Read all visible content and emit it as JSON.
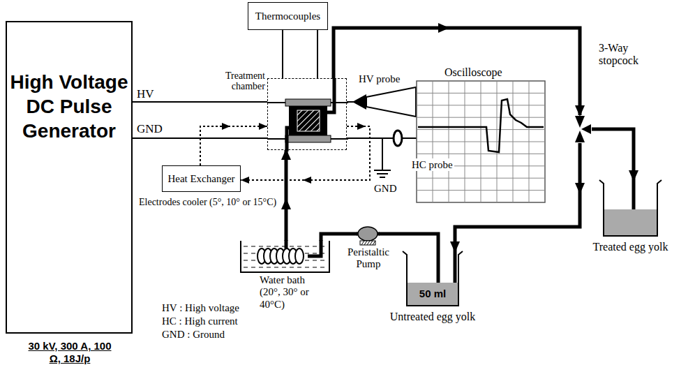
{
  "diagram": {
    "nodes": [
      {
        "text": [
          "High Voltage DC Pulse Generator"
        ]
      },
      {
        "text": [
          "Thermocouples"
        ]
      },
      {
        "text": [
          "Treatment chamber"
        ]
      },
      {
        "text": [
          "Oscilloscope"
        ]
      },
      {
        "text": [
          "Heat Exchanger",
          "Electrodes cooler (5°, 10° or 15°C)"
        ]
      },
      {
        "text": [
          "Water bath (20°, 30° or 40°C)"
        ]
      },
      {
        "text": [
          "Peristaltic Pump"
        ]
      },
      {
        "text": [
          "50 ml",
          "Untreated egg yolk"
        ]
      },
      {
        "text": [
          "Treated egg yolk"
        ]
      },
      {
        "text": [
          "3-Way stopcock"
        ]
      }
    ],
    "edges": [
      {
        "from": 0,
        "to": 2,
        "arrow": "none",
        "label": "HV"
      },
      {
        "from": 0,
        "to": 2,
        "arrow": "none",
        "label": "GND"
      },
      {
        "from": 1,
        "to": 2,
        "arrow": "none"
      },
      {
        "from": 4,
        "to": 2,
        "arrow": "to"
      },
      {
        "from": 2,
        "to": 4,
        "arrow": "to"
      },
      {
        "from": 5,
        "to": 2,
        "arrow": "to"
      },
      {
        "from": 2,
        "to": 9,
        "arrow": "to"
      },
      {
        "from": 9,
        "to": 8,
        "arrow": "to"
      },
      {
        "from": 9,
        "to": 7,
        "arrow": "to"
      },
      {
        "from": 7,
        "to": 6,
        "arrow": "none"
      },
      {
        "from": 6,
        "to": 5,
        "arrow": "none"
      }
    ],
    "labels": [
      "HV probe",
      "HC probe",
      "GND",
      "30 kV, 300 A, 100 Ω, 18J/p",
      "HV : High voltage",
      "HC : High current",
      "GND : Ground"
    ]
  }
}
